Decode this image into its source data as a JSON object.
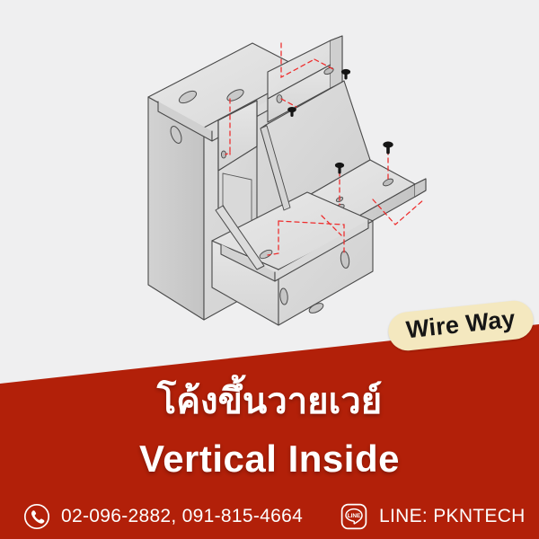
{
  "page": {
    "background_color": "#efeff0",
    "banner_color": "#b22009",
    "badge_color": "#f4e8bf",
    "text_color": "#ffffff"
  },
  "badge": {
    "label": "Wire Way",
    "icon": "pill-badge"
  },
  "banner": {
    "title_thai": "โค้งขึ้นวายเวย์",
    "title_english": "Vertical Inside"
  },
  "contact": {
    "phone_icon": "phone-circle-icon",
    "phone_numbers": "02-096-2882, 091-815-4664",
    "line_icon": "line-app-icon",
    "line_icon_label": "LINE",
    "line_text": "LINE: PKNTECH"
  },
  "illustration": {
    "name": "wireway-vertical-inside-isometric-drawing",
    "description": "Isometric CAD line drawing of a sheet-metal wire way vertical inside bend fitting, shown in light grey with darker outlines, oval slot holes, red dashed assembly alignment lines and dark bolt fasteners.",
    "line_color": "#4a4a4a",
    "fill_color": "#d9d9d9",
    "accent_dash_color": "#ee2b2b",
    "bolt_color": "#1a1a1a"
  }
}
